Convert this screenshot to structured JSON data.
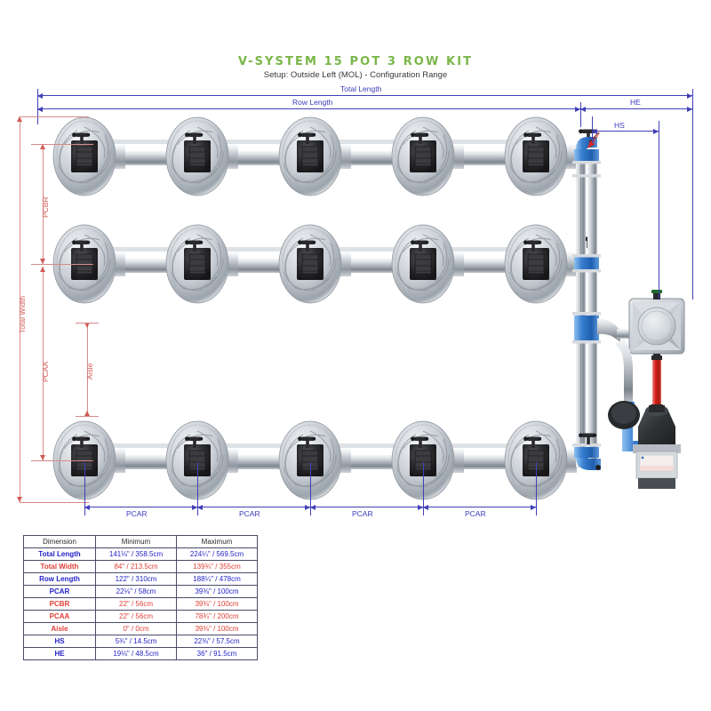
{
  "title": {
    "main": "V-SYSTEM 15 POT 3 ROW KIT",
    "sub": "Setup: Outside Left (MOL) - Configuration Range",
    "accent_color": "#7ab648"
  },
  "diagram": {
    "labels": {
      "total_length": "Total Length",
      "row_length": "Row Length",
      "total_width": "Total Width",
      "he": "HE",
      "hs": "HS",
      "pcbr": "PCBR",
      "pcaa": "PCAA",
      "aisle": "Aisle",
      "pcar": "PCAR"
    },
    "pcar_segments": [
      "PCAR",
      "PCAR",
      "PCAR",
      "PCAR"
    ],
    "rows": 3,
    "pots_per_row": 5,
    "total_pots": 15,
    "colors": {
      "blue_dimension": "#4040b8",
      "red_dimension": "#d05a55",
      "pipe_gray": "#c3c8cc",
      "pipe_blue": "#2f6fc4",
      "pot_gray": "#b9bfc6",
      "accent_red_pipe": "#d22b2b"
    }
  },
  "table": {
    "headers": [
      "Dimension",
      "Minimum",
      "Maximum"
    ],
    "rows": [
      {
        "name": "Total Length",
        "color": "blue",
        "min": "141⅛\" / 358.5cm",
        "max": "224¼\" / 569.5cm"
      },
      {
        "name": "Total Width",
        "color": "red",
        "min": "84\" / 213.5cm",
        "max": "139¾\" / 355cm"
      },
      {
        "name": "Row Length",
        "color": "blue",
        "min": "122\" / 310cm",
        "max": "188¼\" / 478cm"
      },
      {
        "name": "PCAR",
        "color": "blue",
        "min": "22⅛\" / 58cm",
        "max": "39⅜\" / 100cm"
      },
      {
        "name": "PCBR",
        "color": "red",
        "min": "22\" / 56cm",
        "max": "39⅜\" / 100cm"
      },
      {
        "name": "PCAA",
        "color": "red",
        "min": "22\" / 56cm",
        "max": "78¾\" / 200cm"
      },
      {
        "name": "Aisle",
        "color": "red",
        "min": "0\" / 0cm",
        "max": "39⅜\" / 100cm"
      },
      {
        "name": "HS",
        "color": "blue",
        "min": "5¾\" / 14.5cm",
        "max": "22⅜\" / 57.5cm"
      },
      {
        "name": "HE",
        "color": "blue",
        "min": "19⅛\" / 48.5cm",
        "max": "36\" / 91.5cm"
      }
    ]
  }
}
